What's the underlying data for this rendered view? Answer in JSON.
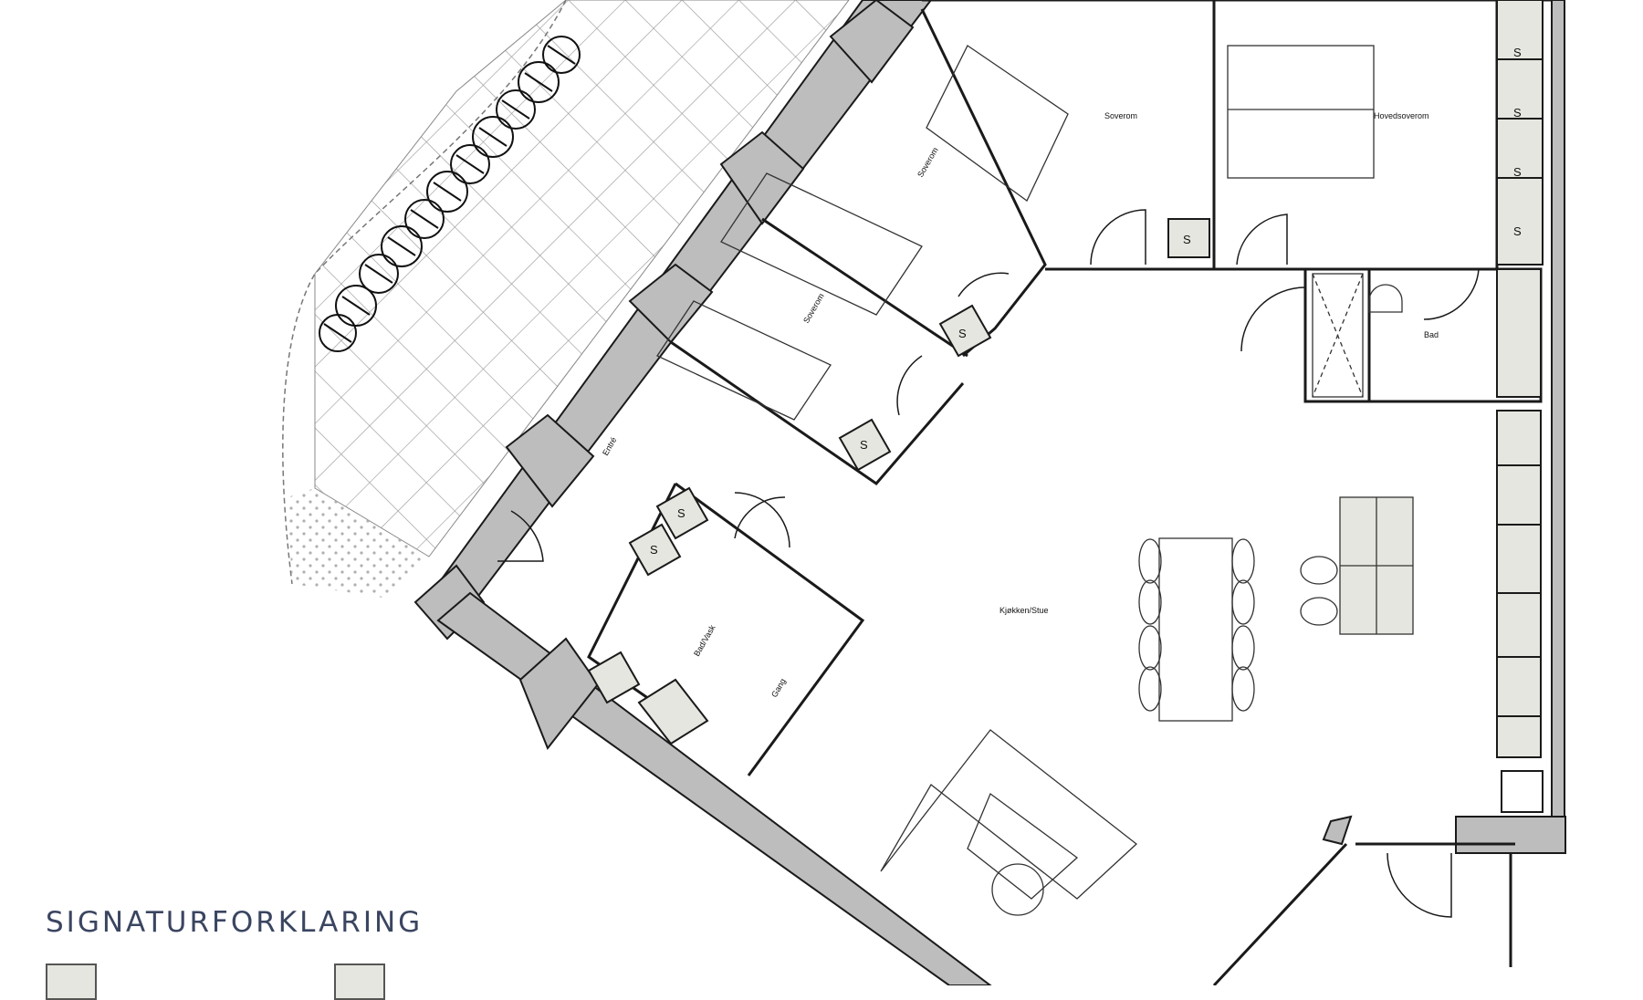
{
  "legend": {
    "title": "SIGNATURFORKLARING",
    "items": [
      {
        "icon": "storage-symbol",
        "label": ""
      },
      {
        "icon": "kitchen-appliance-symbol",
        "label": ""
      }
    ]
  },
  "rooms": [
    {
      "id": "sov1",
      "label": "Soverom",
      "area": ""
    },
    {
      "id": "sov2",
      "label": "Soverom",
      "area": ""
    },
    {
      "id": "sov3",
      "label": "Soverom",
      "area": ""
    },
    {
      "id": "master",
      "label": "Hovedsoverom",
      "area": ""
    },
    {
      "id": "bad",
      "label": "Bad",
      "area": ""
    },
    {
      "id": "entre",
      "label": "Entré",
      "area": ""
    },
    {
      "id": "bad2",
      "label": "Bad/Vask",
      "area": ""
    },
    {
      "id": "stue",
      "label": "Kjøkken/Stue",
      "area": ""
    },
    {
      "id": "gang",
      "label": "Gang",
      "area": ""
    }
  ],
  "wardrobe_symbol": "S",
  "colors": {
    "wall": "#bdbdbd",
    "fixture": "#e6e6e0",
    "line": "#1a1a1a",
    "legend_text": "#3a4560"
  }
}
